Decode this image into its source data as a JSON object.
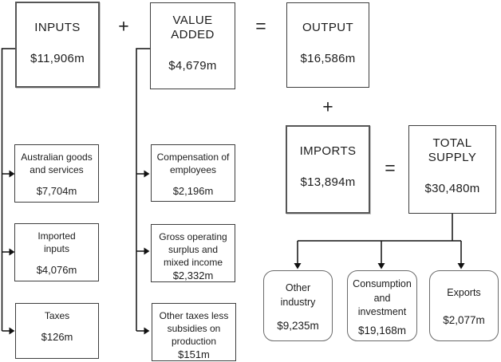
{
  "operators": {
    "plus": "+",
    "equals": "="
  },
  "boxes": {
    "inputs": {
      "title": "INPUTS",
      "value": "$11,906m"
    },
    "value_added": {
      "title": "VALUE\nADDED",
      "value": "$4,679m"
    },
    "output": {
      "title": "OUTPUT",
      "value": "$16,586m"
    },
    "imports": {
      "title": "IMPORTS",
      "value": "$13,894m"
    },
    "total_supply": {
      "title": "TOTAL\nSUPPLY",
      "value": "$30,480m"
    }
  },
  "input_components": [
    {
      "title": "Australian goods\nand services",
      "value": "$7,704m"
    },
    {
      "title": "Imported\ninputs",
      "value": "$4,076m"
    },
    {
      "title": "Taxes",
      "value": "$126m"
    }
  ],
  "value_added_components": [
    {
      "title": "Compensation of\nemployees",
      "value": "$2,196m"
    },
    {
      "title": "Gross operating\nsurplus and\nmixed income",
      "value": "$2,332m"
    },
    {
      "title": "Other taxes less\nsubsidies on\nproduction",
      "value": "$151m"
    }
  ],
  "supply_uses": [
    {
      "title": "Other\nindustry",
      "value": "$9,235m"
    },
    {
      "title": "Consumption\nand\ninvestment",
      "value": "$19,168m"
    },
    {
      "title": "Exports",
      "value": "$2,077m"
    }
  ],
  "line_color": "#111111"
}
